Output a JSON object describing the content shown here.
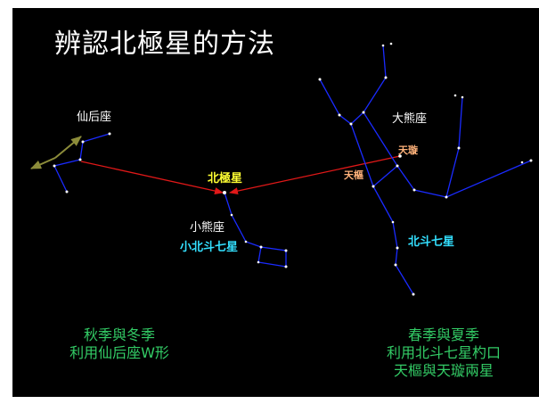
{
  "title": "辨認北極星的方法",
  "labels": {
    "cassiopeia": "仙后座",
    "polaris": "北極星",
    "ursa_minor": "小熊座",
    "little_dipper": "小北斗七星",
    "ursa_major": "大熊座",
    "merak": "天璇",
    "dubhe": "天樞",
    "big_dipper": "北斗七星"
  },
  "notes": {
    "autumn_winter": [
      "秋季與冬季",
      "利用仙后座W形"
    ],
    "spring_summer": [
      "春季與夏季",
      "利用北斗七星杓口",
      "天樞與天璇兩星"
    ]
  },
  "colors": {
    "sky": "#000000",
    "constellation_lines": "#1a2bff",
    "pointer_arrows": "#e01818",
    "compass_arrows": "#8c8c3a",
    "stars": "#ffffff",
    "polaris_label": "#ffff33",
    "dipper_label": "#33e0ff",
    "pointer_star_labels": "#ffb27a",
    "notes": "#33cc66"
  }
}
